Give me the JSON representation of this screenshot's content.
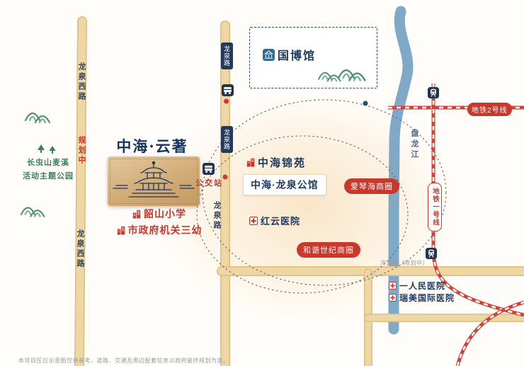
{
  "project": {
    "name": "中海·云著"
  },
  "map_labels": {
    "guobo_hall": "国博馆",
    "zhonghai_jinyuan": "中海锦苑",
    "longquan_mansion": "中海·龙泉公馆",
    "aiqinhai_circle": "爱琴海商圈",
    "hongyun_hospital": "红云医院",
    "hexie_circle": "和谐世纪商圈",
    "shaoshan_school": "韶山小学",
    "gov_kindergarten": "市政府机关三幼",
    "first_people_hospital": "一人民医院",
    "ruimei_hospital": "瑞美国际医院",
    "park_name_line1": "长虫山麦溪",
    "park_name_line2": "活动主题公园"
  },
  "roads": {
    "longquanxi_top": "龙泉西路",
    "longquanxi_bottom": "龙泉西路",
    "planning_note": "规划中",
    "longquan_sign_top": "龙泉路",
    "longquan_sign_mid": "龙泉路",
    "longquan_vertical": "龙泉路",
    "fengyuan_road": "沣源路（规划中）"
  },
  "transit": {
    "metro_line2": "地铁2号线",
    "metro_line1": "地铁一号线",
    "bus_station": "公交站",
    "river_name": "盘龙江"
  },
  "footer": {
    "disclaimer": "本项目区位示意图仅供参考，道路、交通及周边配套信息以政府最终规划为准。"
  },
  "colors": {
    "navy": "#1d3a5f",
    "red": "#c9382b",
    "road": "#eed7a4",
    "river": "#79a4c4",
    "gold": "#d2ab77",
    "green": "#4f9274",
    "glow": "#fbe9d2"
  }
}
